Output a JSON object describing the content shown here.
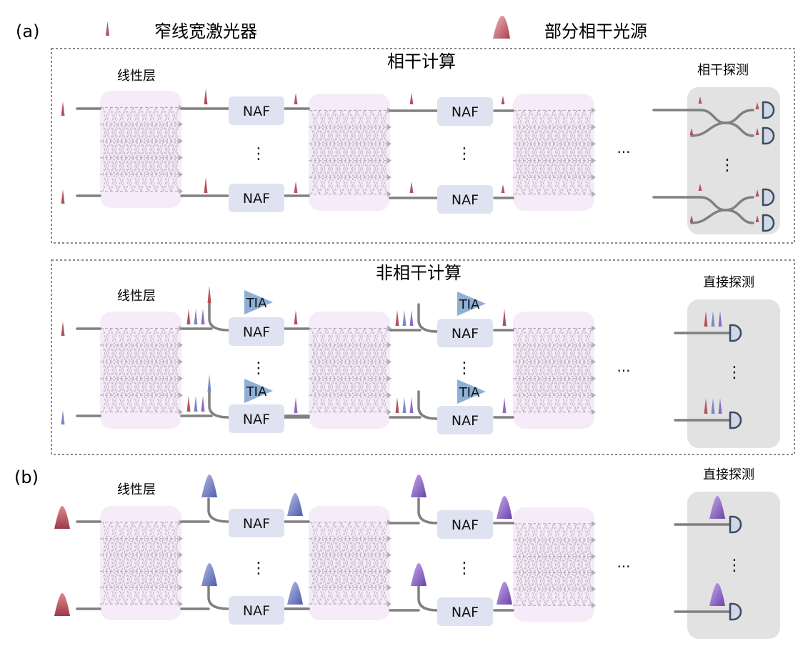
{
  "legend": {
    "narrow_laser": "窄线宽激光器",
    "partial_source": "部分相干光源"
  },
  "panel_a": {
    "label": "(a)",
    "coherent": {
      "title": "相干计算",
      "linear_layer": "线性层",
      "detector": "相干探测",
      "naf": "NAF",
      "vdots": "⋮",
      "hdots": "···"
    },
    "incoherent": {
      "title": "非相干计算",
      "linear_layer": "线性层",
      "detector": "直接探测",
      "naf": "NAF",
      "tia": "TIA",
      "vdots": "⋮",
      "hdots": "···"
    }
  },
  "panel_b": {
    "label": "(b)",
    "linear_layer": "线性层",
    "detector": "直接探测",
    "naf": "NAF",
    "vdots": "⋮",
    "hdots": "···"
  },
  "colors": {
    "red_pulse": "#b5525e",
    "blue_pulse": "#7b87c9",
    "purple_pulse": "#8e6bc4",
    "naf_box": "#dfe3f1",
    "linear_layer_bg": "#f6ebf8",
    "detector_bg": "#e2e2e2",
    "tia": "#8fb0d6",
    "waveguide": "#808080",
    "detector_fill": "#cfd8e6",
    "detector_stroke": "#3f4a5e"
  }
}
